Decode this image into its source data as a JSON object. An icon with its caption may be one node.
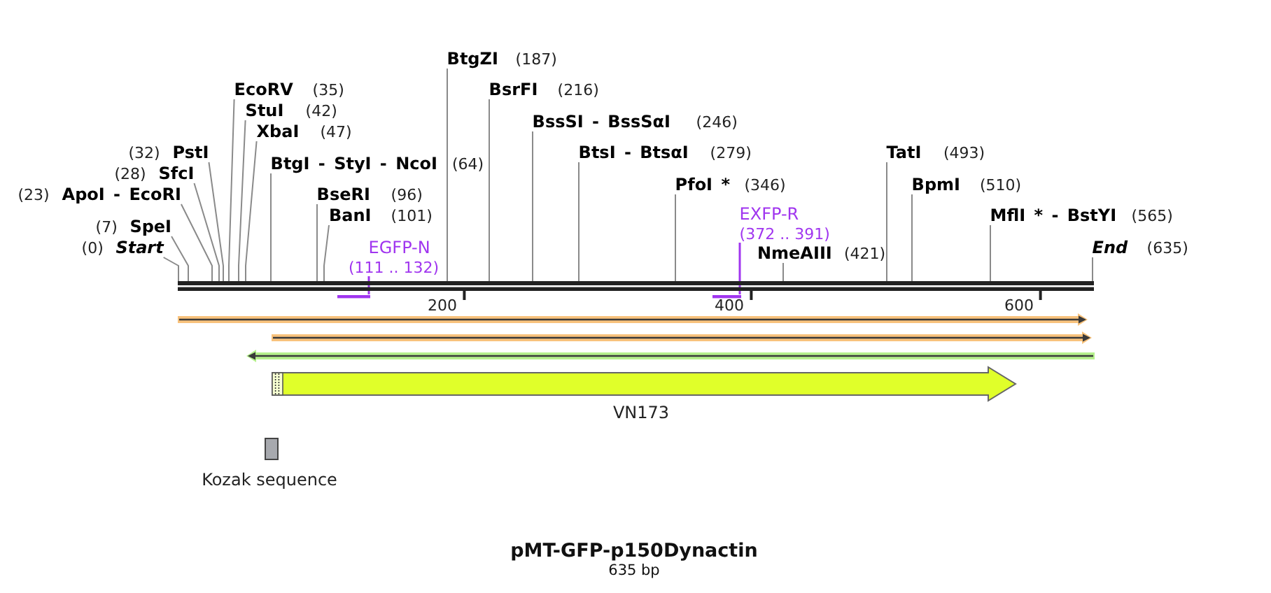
{
  "diagram": {
    "title": "pMT-GFP-p150Dynactin",
    "caption": "635 bp",
    "nodes": [
      {
        "text": [
          "(0)",
          "Start"
        ]
      },
      {
        "text": [
          "(7)",
          "SpeI"
        ]
      },
      {
        "text": [
          "(23)",
          "ApoI - EcoRI"
        ]
      },
      {
        "text": [
          "(28)",
          "SfcI"
        ]
      },
      {
        "text": [
          "(32)",
          "PstI"
        ]
      },
      {
        "text": [
          "EcoRV",
          "(35)"
        ]
      },
      {
        "text": [
          "StuI",
          "(42)"
        ]
      },
      {
        "text": [
          "XbaI",
          "(47)"
        ]
      },
      {
        "text": [
          "BtgI - StyI - NcoI",
          "(64)"
        ]
      },
      {
        "text": [
          "BseRI",
          "(96)"
        ]
      },
      {
        "text": [
          "BanI",
          "(101)"
        ]
      },
      {
        "text": [
          "EGFP-N",
          "(111 .. 132)"
        ]
      },
      {
        "text": [
          "BtgZI",
          "(187)"
        ]
      },
      {
        "text": [
          "BsrFI",
          "(216)"
        ]
      },
      {
        "text": [
          "BssSI - BssSαI",
          "(246)"
        ]
      },
      {
        "text": [
          "BtsI - BtsαI",
          "(279)"
        ]
      },
      {
        "text": [
          "PfoI *",
          "(346)"
        ]
      },
      {
        "text": [
          "EXFP-R",
          "(372 .. 391)"
        ]
      },
      {
        "text": [
          "NmeAIII",
          "(421)"
        ]
      },
      {
        "text": [
          "TatI",
          "(493)"
        ]
      },
      {
        "text": [
          "BpmI",
          "(510)"
        ]
      },
      {
        "text": [
          "MflI * - BstYI",
          "(565)"
        ]
      },
      {
        "text": [
          "End",
          "(635)"
        ]
      },
      {
        "text": [],
        "shape": "bar"
      },
      {
        "text": [],
        "shape": "bar"
      },
      {
        "text": [],
        "shape": "bar"
      },
      {
        "text": [],
        "shape": "arrow"
      },
      {
        "text": [],
        "shape": "arrow"
      },
      {
        "text": [],
        "shape": "arrow"
      },
      {
        "text": [],
        "shape": "arrow",
        "beside": [
          "VN173"
        ]
      }
    ],
    "edges": [
      {
        "from": 0,
        "to": 23,
        "arrow": "none"
      },
      {
        "from": 1,
        "to": 23,
        "arrow": "none"
      },
      {
        "from": 2,
        "to": 23,
        "arrow": "none"
      },
      {
        "from": 3,
        "to": 23,
        "arrow": "none"
      },
      {
        "from": 4,
        "to": 23,
        "arrow": "none"
      },
      {
        "from": 5,
        "to": 23,
        "arrow": "none"
      },
      {
        "from": 6,
        "to": 23,
        "arrow": "none"
      },
      {
        "from": 7,
        "to": 23,
        "arrow": "none"
      },
      {
        "from": 8,
        "to": 23,
        "arrow": "none"
      },
      {
        "from": 9,
        "to": 23,
        "arrow": "none"
      },
      {
        "from": 10,
        "to": 23,
        "arrow": "none"
      },
      {
        "from": 11,
        "to": 24,
        "arrow": "none",
        "color": "#a035ef"
      },
      {
        "from": 12,
        "to": 23,
        "arrow": "none"
      },
      {
        "from": 13,
        "to": 23,
        "arrow": "none"
      },
      {
        "from": 14,
        "to": 23,
        "arrow": "none"
      },
      {
        "from": 15,
        "to": 23,
        "arrow": "none"
      },
      {
        "from": 16,
        "to": 23,
        "arrow": "none"
      },
      {
        "from": 17,
        "to": 25,
        "arrow": "none",
        "color": "#a035ef"
      },
      {
        "from": 18,
        "to": 23,
        "arrow": "none"
      },
      {
        "from": 19,
        "to": 23,
        "arrow": "none"
      },
      {
        "from": 20,
        "to": 23,
        "arrow": "none"
      },
      {
        "from": 21,
        "to": 23,
        "arrow": "none"
      },
      {
        "from": 22,
        "to": 23,
        "arrow": "none"
      }
    ],
    "labels": [
      "200",
      "400",
      "600"
    ],
    "legend": [
      {
        "text": "Kozak sequence",
        "color": "#a7a9ae"
      }
    ]
  }
}
